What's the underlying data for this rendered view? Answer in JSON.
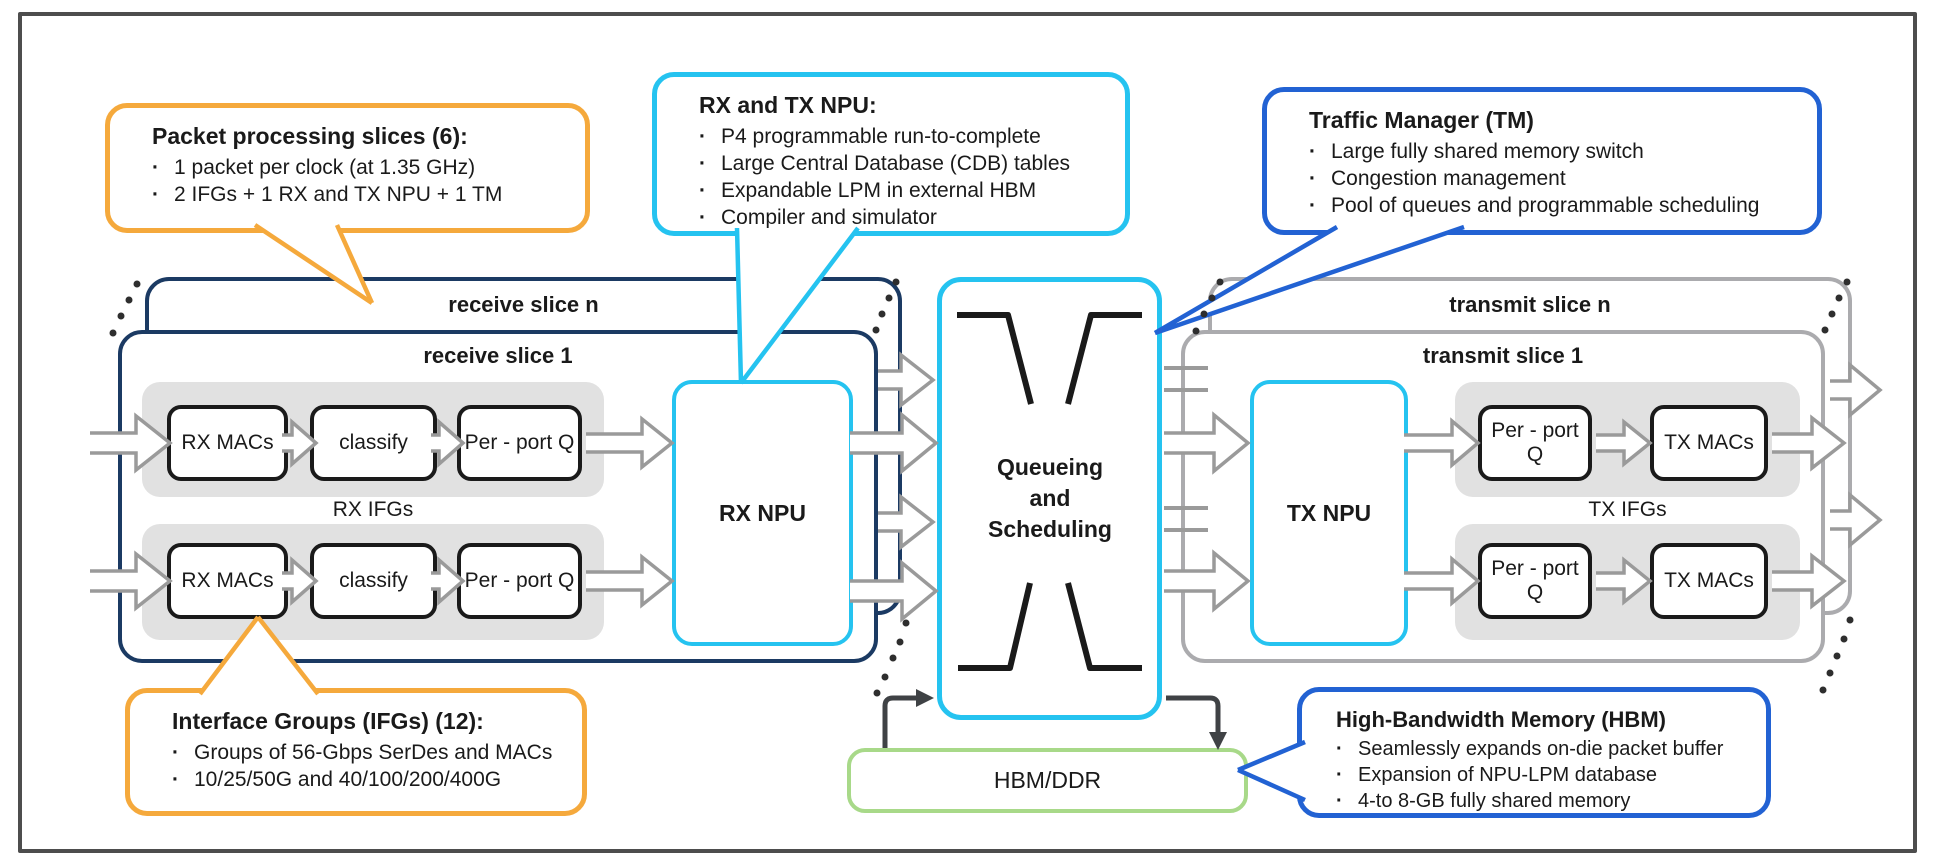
{
  "callouts": {
    "packet_slices": {
      "title": "Packet processing slices (6):",
      "bullets": [
        "1 packet per clock (at 1.35 GHz)",
        "2 IFGs + 1 RX and TX NPU + 1 TM"
      ]
    },
    "npu": {
      "title": "RX and TX NPU:",
      "bullets": [
        "P4 programmable run-to-complete",
        "Large Central Database (CDB) tables",
        "Expandable LPM in external HBM",
        "Compiler and simulator"
      ]
    },
    "tm": {
      "title": "Traffic Manager (TM)",
      "bullets": [
        "Large fully shared memory switch",
        "Congestion management",
        "Pool of queues and programmable scheduling"
      ]
    },
    "ifg": {
      "title": "Interface Groups (IFGs) (12):",
      "bullets": [
        "Groups of 56-Gbps SerDes and MACs",
        "10/25/50G and 40/100/200/400G"
      ]
    },
    "hbm": {
      "title": "High-Bandwidth Memory (HBM)",
      "bullets": [
        "Seamlessly expands on-die packet buffer",
        "Expansion of NPU-LPM database",
        "4-to 8-GB fully shared memory"
      ]
    }
  },
  "slices": {
    "receive_n": "receive slice n",
    "receive_1": "receive slice 1",
    "transmit_n": "transmit slice n",
    "transmit_1": "transmit slice 1"
  },
  "blocks": {
    "rx_macs": "RX MACs",
    "classify": "classify",
    "per_port_q": "Per - port Q",
    "tx_macs": "TX MACs",
    "rx_npu": "RX NPU",
    "tx_npu": "TX NPU",
    "queueing": "Queueing and Scheduling",
    "hbm_ddr": "HBM/DDR",
    "rx_ifgs": "RX IFGs",
    "tx_ifgs": "TX IFGs"
  },
  "colors": {
    "callout_orange": "#f5a93c",
    "callout_cyan": "#25c3f0",
    "callout_blue": "#2262d3",
    "slice_navy": "#1b3a63",
    "slice_gray": "#ababae",
    "ifg_fill": "#e1e1e1",
    "box_border": "#1a1a1a",
    "arrow_gray": "#9a9a9a",
    "hbm_green": "#a8d989",
    "dark_arrow": "#3f4245"
  }
}
